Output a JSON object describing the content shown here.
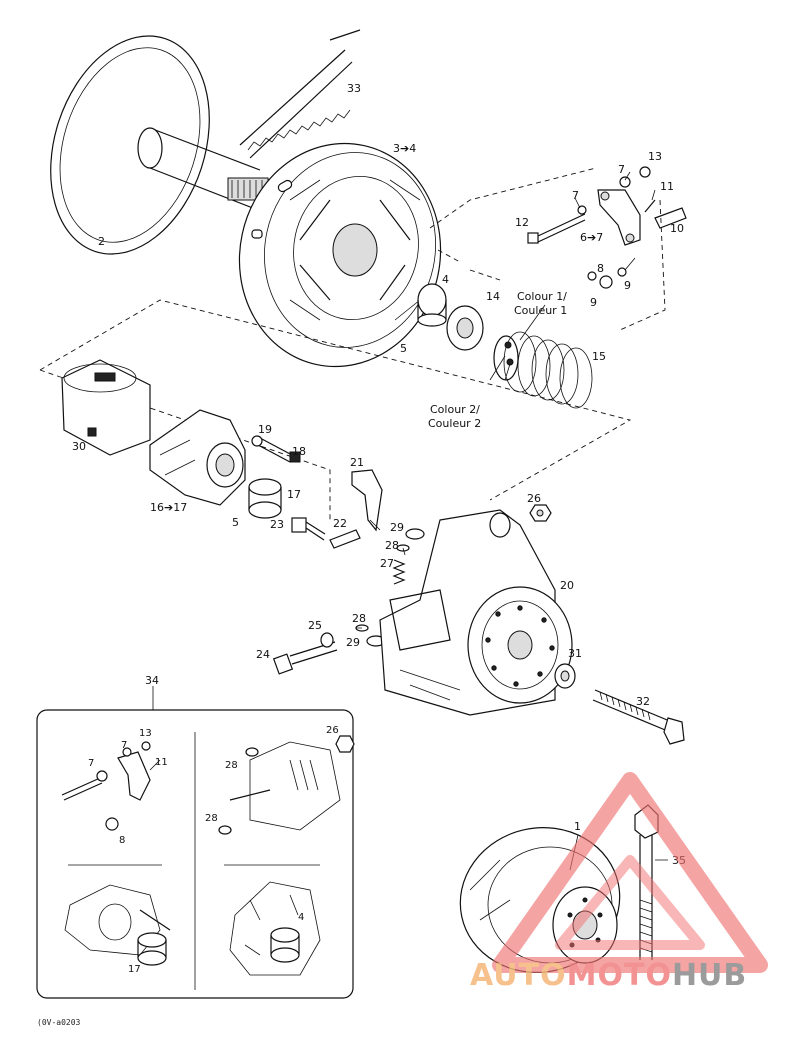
{
  "labels": {
    "p1": "1",
    "p2": "2",
    "p3_4": "3➔4",
    "p4": "4",
    "p5a": "5",
    "p5b": "5",
    "p6_7": "6➔7",
    "p7a": "7",
    "p7b": "7",
    "p8": "8",
    "p9a": "9",
    "p9b": "9",
    "p10": "10",
    "p11": "11",
    "p12": "12",
    "p13": "13",
    "p14": "14",
    "p15": "15",
    "p16_17": "16➔17",
    "p17": "17",
    "p18": "18",
    "p19": "19",
    "p20": "20",
    "p21": "21",
    "p22": "22",
    "p23": "23",
    "p24": "24",
    "p25": "25",
    "p26": "26",
    "p27": "27",
    "p28a": "28",
    "p28b": "28",
    "p29a": "29",
    "p29b": "29",
    "p30": "30",
    "p31": "31",
    "p32": "32",
    "p33": "33",
    "p34": "34",
    "p35": "35",
    "colour1_line1": "Colour 1/",
    "colour1_line2": "Couleur 1",
    "colour2_line1": "Colour 2/",
    "colour2_line2": "Couleur 2"
  },
  "inset_labels": {
    "i7a": "7",
    "i7b": "7",
    "i13": "13",
    "i11": "11",
    "i8": "8",
    "i26": "26",
    "i28a": "28",
    "i28b": "28",
    "i17": "17",
    "i4": "4"
  },
  "figure_ref": "(0V-a0203",
  "watermark": {
    "part1": "AUTO",
    "part2": "MOTO",
    "part3": "HUB",
    "color1": "#f5b77a",
    "color2": "#f08080",
    "color3": "#8a8a8a",
    "triangle_color": "#f07070"
  }
}
